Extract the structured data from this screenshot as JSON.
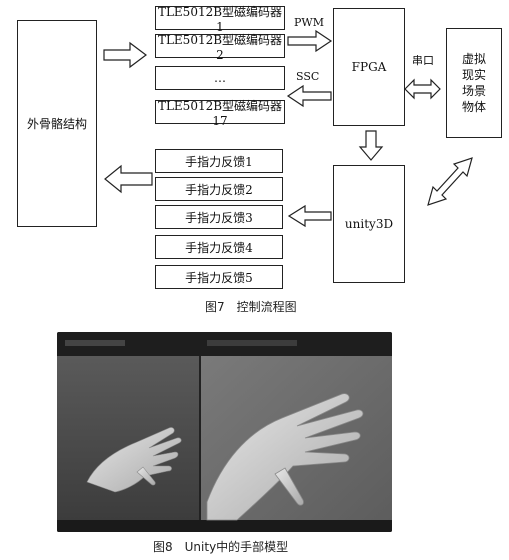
{
  "figure7": {
    "exoskeleton": "外骨骼结构",
    "encoders": [
      "TLE5012B型磁编码器1",
      "TLE5012B型磁编码器2",
      "…",
      "TLE5012B型磁编码器17"
    ],
    "pwm": "PWM",
    "ssc": "SSC",
    "fpga": "FPGA",
    "serial": "串口",
    "virtual_object": "虚拟\n现实\n场景\n物体",
    "unity": "unity3D",
    "feedback": [
      "手指力反馈1",
      "手指力反馈2",
      "手指力反馈3",
      "手指力反馈4",
      "手指力反馈5"
    ],
    "caption": "图7　控制流程图"
  },
  "figure8": {
    "caption": "图8　Unity中的手部模型"
  }
}
